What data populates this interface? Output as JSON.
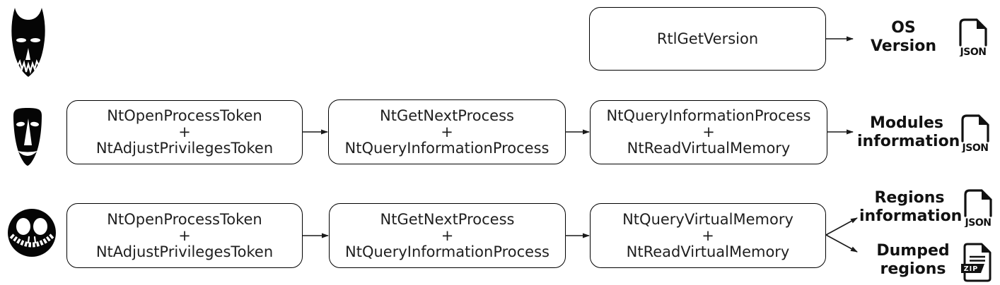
{
  "colors": {
    "foreground": "#1a1a1a",
    "background": "#ffffff"
  },
  "rows": [
    {
      "mask_icon": "devil-mask-icon",
      "boxes": [
        {
          "lines": [
            "RtlGetVersion"
          ]
        }
      ],
      "outputs": [
        {
          "label_lines": [
            "OS",
            "Version"
          ],
          "file_type": "JSON",
          "file_icon": "json-file-icon"
        }
      ]
    },
    {
      "mask_icon": "tribal-mask-icon",
      "boxes": [
        {
          "lines": [
            "NtOpenProcessToken",
            "+",
            "NtAdjustPrivilegesToken"
          ]
        },
        {
          "lines": [
            "NtGetNextProcess",
            "+",
            "NtQueryInformationProcess"
          ]
        },
        {
          "lines": [
            "NtQueryInformationProcess",
            "+",
            "NtReadVirtualMemory"
          ]
        }
      ],
      "outputs": [
        {
          "label_lines": [
            "Modules",
            "information"
          ],
          "file_type": "JSON",
          "file_icon": "json-file-icon"
        }
      ]
    },
    {
      "mask_icon": "skull-mask-icon",
      "boxes": [
        {
          "lines": [
            "NtOpenProcessToken",
            "+",
            "NtAdjustPrivilegesToken"
          ]
        },
        {
          "lines": [
            "NtGetNextProcess",
            "+",
            "NtQueryInformationProcess"
          ]
        },
        {
          "lines": [
            "NtQueryVirtualMemory",
            "+",
            "NtReadVirtualMemory"
          ]
        }
      ],
      "outputs": [
        {
          "label_lines": [
            "Regions",
            "information"
          ],
          "file_type": "JSON",
          "file_icon": "json-file-icon"
        },
        {
          "label_lines": [
            "Dumped",
            "regions"
          ],
          "file_type": "ZIP",
          "file_icon": "zip-file-icon"
        }
      ]
    }
  ]
}
